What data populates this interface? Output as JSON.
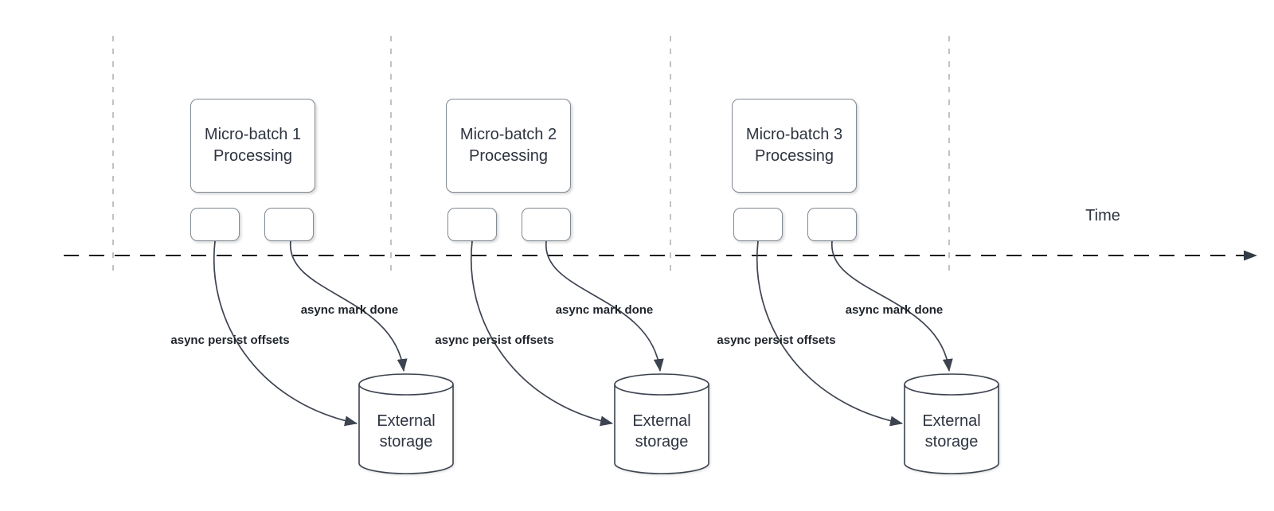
{
  "time_axis": {
    "label": "Time"
  },
  "groups": [
    {
      "title_line1": "Micro-batch 1",
      "title_line2": "Processing",
      "persist_label": "async persist offsets",
      "done_label": "async mark done",
      "storage_line1": "External",
      "storage_line2": "storage"
    },
    {
      "title_line1": "Micro-batch 2",
      "title_line2": "Processing",
      "persist_label": "async persist offsets",
      "done_label": "async mark done",
      "storage_line1": "External",
      "storage_line2": "storage"
    },
    {
      "title_line1": "Micro-batch 3",
      "title_line2": "Processing",
      "persist_label": "async persist offsets",
      "done_label": "async mark done",
      "storage_line1": "External",
      "storage_line2": "storage"
    }
  ],
  "colors": {
    "box_border": "#828a93",
    "dark_stroke": "#3d4450",
    "timeline_stroke": "#1e1e1e",
    "guide_line": "#b3b3b3",
    "text_primary": "#2e3440",
    "label_text": "#1f242b",
    "background": "#ffffff"
  }
}
